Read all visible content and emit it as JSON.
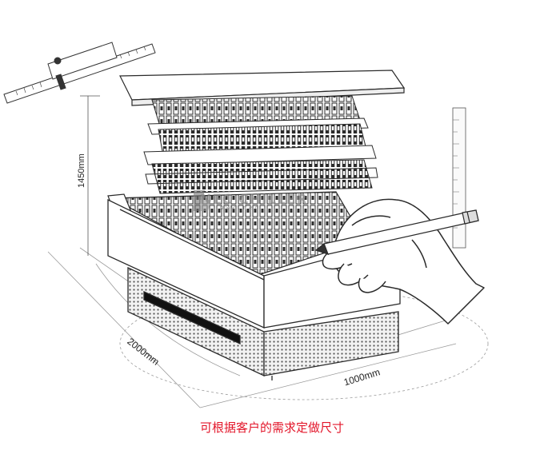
{
  "dimensions": {
    "height": "1450mm",
    "depth": "2000mm",
    "width": "1000mm"
  },
  "watermark": {
    "text": "NEC CHILLER",
    "url_fragment": "www.nec"
  },
  "caption": "可根据客户的需求定做尺寸",
  "colors": {
    "caption": "#e3172b",
    "line": "#2a2a2a",
    "watermark": "#8a8a8a"
  },
  "icons": [
    "vernier-caliper-icon",
    "ruler-icon",
    "pencil-icon",
    "hand-icon",
    "logo-icon"
  ]
}
